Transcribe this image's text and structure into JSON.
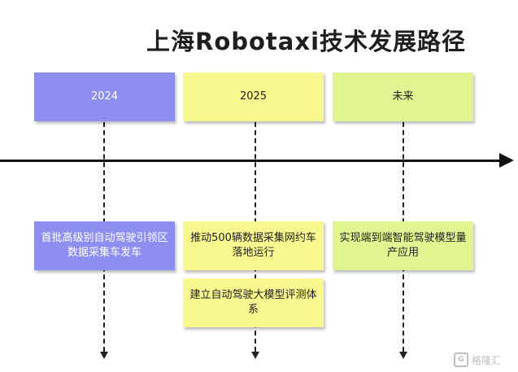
{
  "title": "上海Robotaxi技术发展路径",
  "timeline": {
    "periods": [
      {
        "label": "2024",
        "color": "#8c8ff0"
      },
      {
        "label": "2025",
        "color": "#f9f88e"
      },
      {
        "label": "未来",
        "color": "#dff591"
      }
    ]
  },
  "milestones": {
    "m2024_1": "首批高级别自动驾驶引领区数据采集车发车",
    "m2025_1": "推动500辆数据采集网约车落地运行",
    "m2025_2": "建立自动驾驶大模型评测体系",
    "future_1": "实现端到端智能驾驶模型量产应用"
  },
  "watermark": {
    "text": "格隆汇",
    "icon": "gelonghui-logo-icon"
  }
}
